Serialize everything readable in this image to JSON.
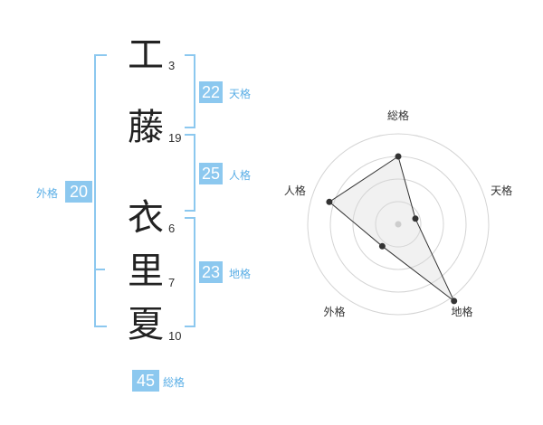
{
  "name": {
    "chars": [
      {
        "char": "工",
        "strokes": "3"
      },
      {
        "char": "藤",
        "strokes": "19"
      },
      {
        "char": "衣",
        "strokes": "6"
      },
      {
        "char": "里",
        "strokes": "7"
      },
      {
        "char": "夏",
        "strokes": "10"
      }
    ]
  },
  "fortunes": {
    "tenkaku": {
      "value": "22",
      "label": "天格"
    },
    "jinkaku": {
      "value": "25",
      "label": "人格"
    },
    "chikaku": {
      "value": "23",
      "label": "地格"
    },
    "gaikaku": {
      "value": "20",
      "label": "外格"
    },
    "soukaku": {
      "value": "45",
      "label": "総格"
    }
  },
  "colors": {
    "accent": "#8cc8ef",
    "accent_text": "#5aaee6",
    "text": "#222222"
  },
  "chart_data": {
    "type": "radar",
    "axes": [
      "総格",
      "天格",
      "地格",
      "外格",
      "人格"
    ],
    "values": [
      0.75,
      0.2,
      1.05,
      0.3,
      0.8
    ],
    "rings": 4,
    "grid": true
  }
}
